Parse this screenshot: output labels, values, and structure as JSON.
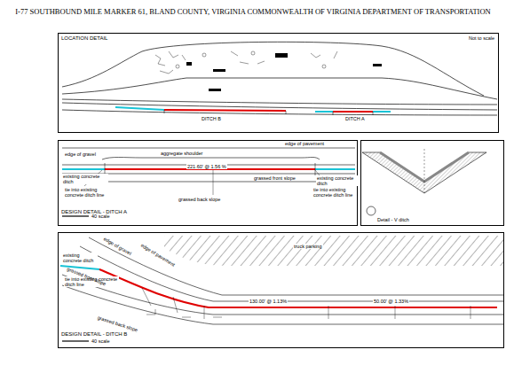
{
  "diagram": {
    "title": "I-77 SOUTHBOUND MILE MARKER 61, BLAND COUNTY, VIRGINIA COMMONWEALTH OF VIRGINIA DEPARTMENT OF TRANSPORTATION",
    "nodes": [
      {
        "text": [
          "LOCATION DETAIL"
        ]
      },
      {
        "text": [
          "DESIGN DETAIL - DITCH A"
        ]
      },
      {
        "text": [
          "Detail - V ditch"
        ]
      },
      {
        "text": [
          "DESIGN DETAIL - DITCH B"
        ]
      }
    ],
    "labels": [
      "Not to scale",
      "DITCH B",
      "DITCH A",
      "edge of pavement",
      "aggregate shoulder",
      "edge of gravel",
      "221.60' @ 1.56 %",
      "grassed front slope",
      "existing concrete ditch",
      "tie into existing concrete ditch line",
      "grassed back slope",
      "existing concrete ditch",
      "tie into existing concrete ditch line",
      "40 scale",
      "edge of pavement",
      "edge of gravel",
      "truck parking",
      "existing concrete ditch",
      "tie into existing concrete ditch line",
      "grassed front slope",
      "grassed back slope",
      "130.00' @ 1.13%",
      "50.00' @ 1.33%",
      "40 scale"
    ]
  }
}
